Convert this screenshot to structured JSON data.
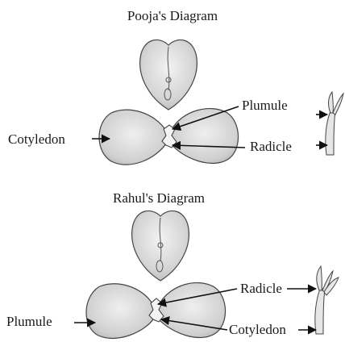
{
  "diagrams": [
    {
      "title": "Pooja's Diagram",
      "labels": {
        "left": "Cotyledon",
        "right_top": "Plumule",
        "right_bottom": "Radicle"
      }
    },
    {
      "title": "Rahul's Diagram",
      "labels": {
        "left": "Plumule",
        "right_top": "Radicle",
        "right_bottom": "Cotyledon"
      }
    }
  ]
}
